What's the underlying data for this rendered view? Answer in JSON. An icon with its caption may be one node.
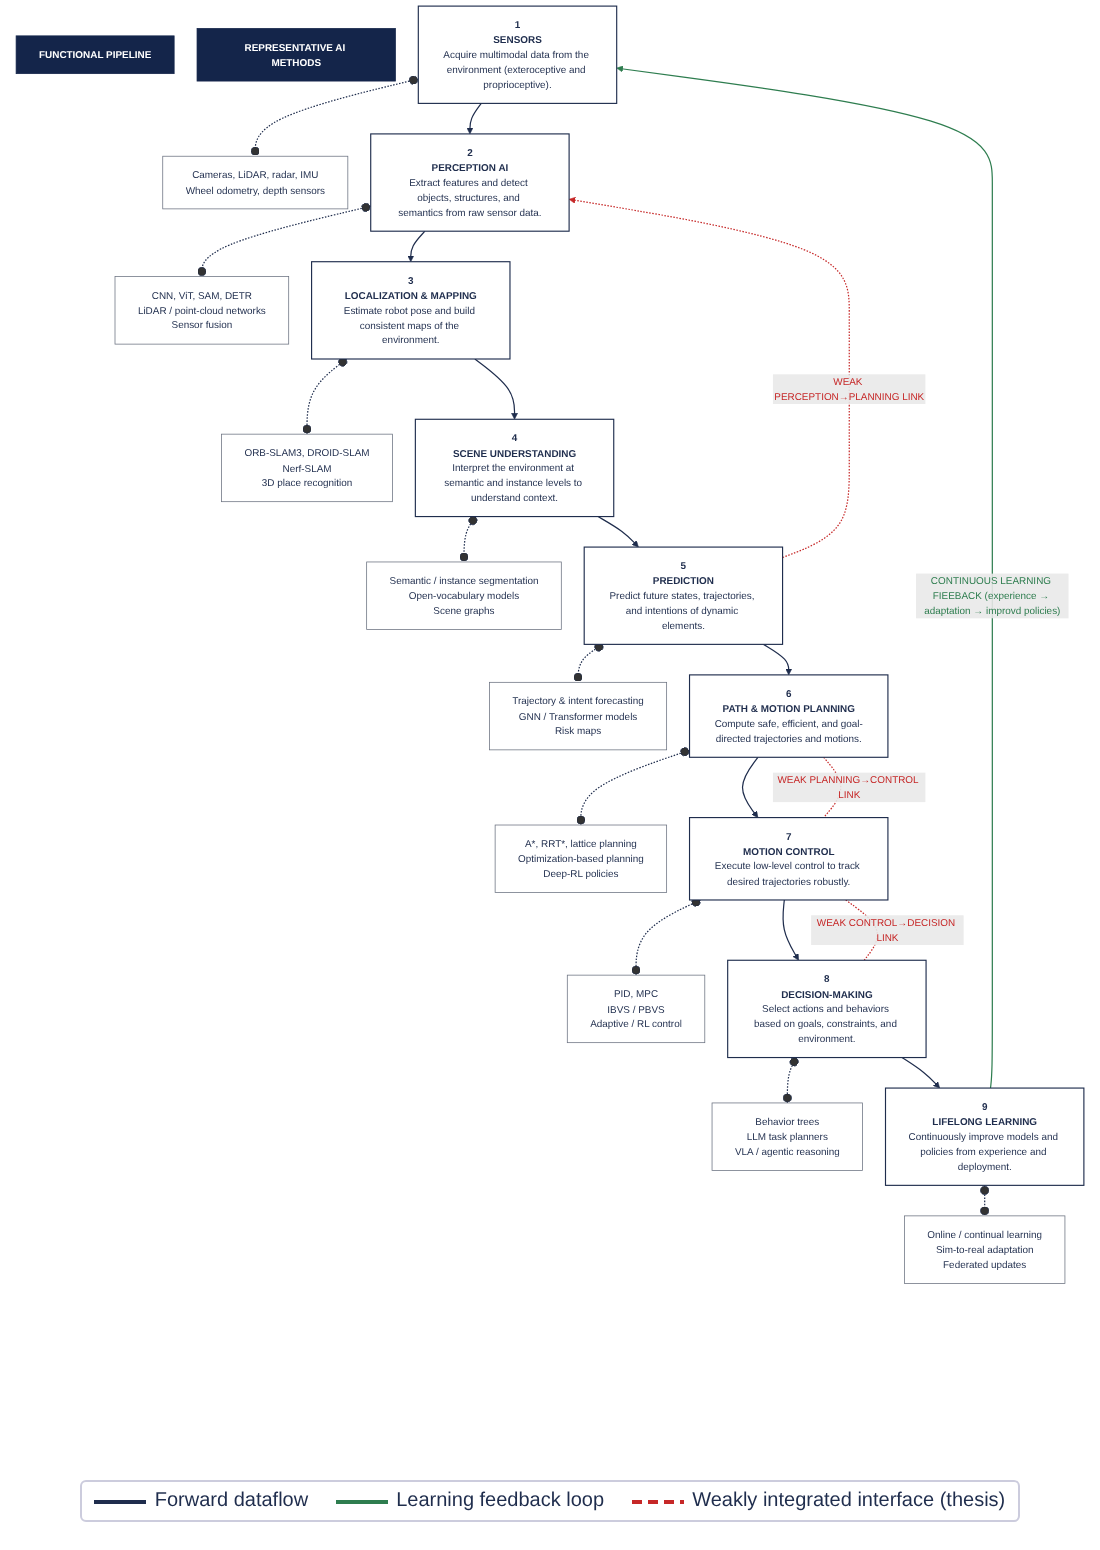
{
  "diagram": {
    "nodes": [
      {
        "text": [
          "FUNCTIONAL PIPELINE"
        ]
      },
      {
        "text": [
          "REPRESENTATIVE AI METHODS"
        ]
      },
      {
        "text": [
          "1",
          "SENSORS",
          "Acquire multimodal data from the environment (exteroceptive and proprioceptive)."
        ]
      },
      {
        "text": [
          "Cameras, LiDAR, radar, IMU",
          "Wheel odometry, depth sensors"
        ]
      },
      {
        "text": [
          "2",
          "PERCEPTION AI",
          "Extract features and detect objects, structures, and semantics from raw sensor data."
        ]
      },
      {
        "text": [
          "CNN, ViT, SAM, DETR",
          "LiDAR / point-cloud networks",
          "Sensor fusion"
        ]
      },
      {
        "text": [
          "3",
          "LOCALIZATION & MAPPING",
          "Estimate robot pose and build consistent maps of the environment."
        ]
      },
      {
        "text": [
          "ORB-SLAM3, DROID-SLAM",
          "Nerf-SLAM",
          "3D place recognition"
        ]
      },
      {
        "text": [
          "4",
          "SCENE UNDERSTANDING",
          "Interpret the environment at semantic and instance levels to understand context."
        ]
      },
      {
        "text": [
          "Semantic / instance segmentation",
          "Open-vocabulary models",
          "Scene graphs"
        ]
      },
      {
        "text": [
          "5",
          "PREDICTION",
          "Predict future states, trajectories, and intentions of dynamic elements."
        ]
      },
      {
        "text": [
          "Trajectory & intent forecasting",
          "GNN / Transformer models",
          "Risk maps"
        ]
      },
      {
        "text": [
          "6",
          "PATH & MOTION PLANNING",
          "Compute safe, efficient, and goal-directed trajectories and motions."
        ]
      },
      {
        "text": [
          "A*, RRT*, lattice planning",
          "Optimization-based planning",
          "Deep-RL policies"
        ]
      },
      {
        "text": [
          "7",
          "MOTION CONTROL",
          "Execute low-level control to track desired trajectories robustly."
        ]
      },
      {
        "text": [
          "PID, MPC",
          "IBVS / PBVS",
          "Adaptive / RL control"
        ]
      },
      {
        "text": [
          "8",
          "DECISION-MAKING",
          "Select actions and behaviors based on goals, constraints, and environment."
        ]
      },
      {
        "text": [
          "Behavior trees",
          "LLM task planners",
          "VLA / agentic reasoning"
        ]
      },
      {
        "text": [
          "9",
          "LIFELONG LEARNING",
          "Continuously improve models and policies from experience and deployment."
        ]
      },
      {
        "text": [
          "Online / continual learning",
          "Sim-to-real adaptation",
          "Federated updates"
        ]
      }
    ],
    "edges": [
      {
        "from": 2,
        "to": 4,
        "arrow": "to"
      },
      {
        "from": 4,
        "to": 6,
        "arrow": "to"
      },
      {
        "from": 6,
        "to": 8,
        "arrow": "to"
      },
      {
        "from": 8,
        "to": 10,
        "arrow": "to"
      },
      {
        "from": 10,
        "to": 12,
        "arrow": "to"
      },
      {
        "from": 12,
        "to": 14,
        "arrow": "to"
      },
      {
        "from": 14,
        "to": 16,
        "arrow": "to"
      },
      {
        "from": 16,
        "to": 18,
        "arrow": "to"
      },
      {
        "from": 2,
        "to": 3,
        "arrow": "other",
        "style": "dashed"
      },
      {
        "from": 4,
        "to": 5,
        "arrow": "other",
        "style": "dashed"
      },
      {
        "from": 6,
        "to": 7,
        "arrow": "other",
        "style": "dashed"
      },
      {
        "from": 8,
        "to": 9,
        "arrow": "other",
        "style": "dashed"
      },
      {
        "from": 10,
        "to": 11,
        "arrow": "other",
        "style": "dashed"
      },
      {
        "from": 12,
        "to": 13,
        "arrow": "other",
        "style": "dashed"
      },
      {
        "from": 14,
        "to": 15,
        "arrow": "other",
        "style": "dashed"
      },
      {
        "from": 16,
        "to": 17,
        "arrow": "other",
        "style": "dashed"
      },
      {
        "from": 18,
        "to": 19,
        "arrow": "other",
        "style": "dashed"
      },
      {
        "from": 18,
        "to": 2,
        "arrow": "to",
        "label": "CONTINUOUS LEARNING FIEEBACK (experience → adaptation → improvd policies)",
        "color": "#2e7d4f"
      },
      {
        "from": 10,
        "to": 4,
        "arrow": "to",
        "label": "WEAK PERCEPTION→PLANNING LINK",
        "style": "dashed",
        "color": "#c62828"
      },
      {
        "from": 12,
        "to": 14,
        "arrow": "none",
        "label": "WEAK PLANNING→CONTROL LINK",
        "style": "dashed",
        "color": "#c62828"
      },
      {
        "from": 14,
        "to": 16,
        "arrow": "none",
        "label": "WEAK CONTROL→DECISION LINK",
        "style": "dashed",
        "color": "#c62828"
      }
    ],
    "legend": [
      {
        "text": "Forward dataflow"
      },
      {
        "text": "Learning feedback loop"
      },
      {
        "text": "Weakly integrated interface (thesis)"
      }
    ]
  }
}
